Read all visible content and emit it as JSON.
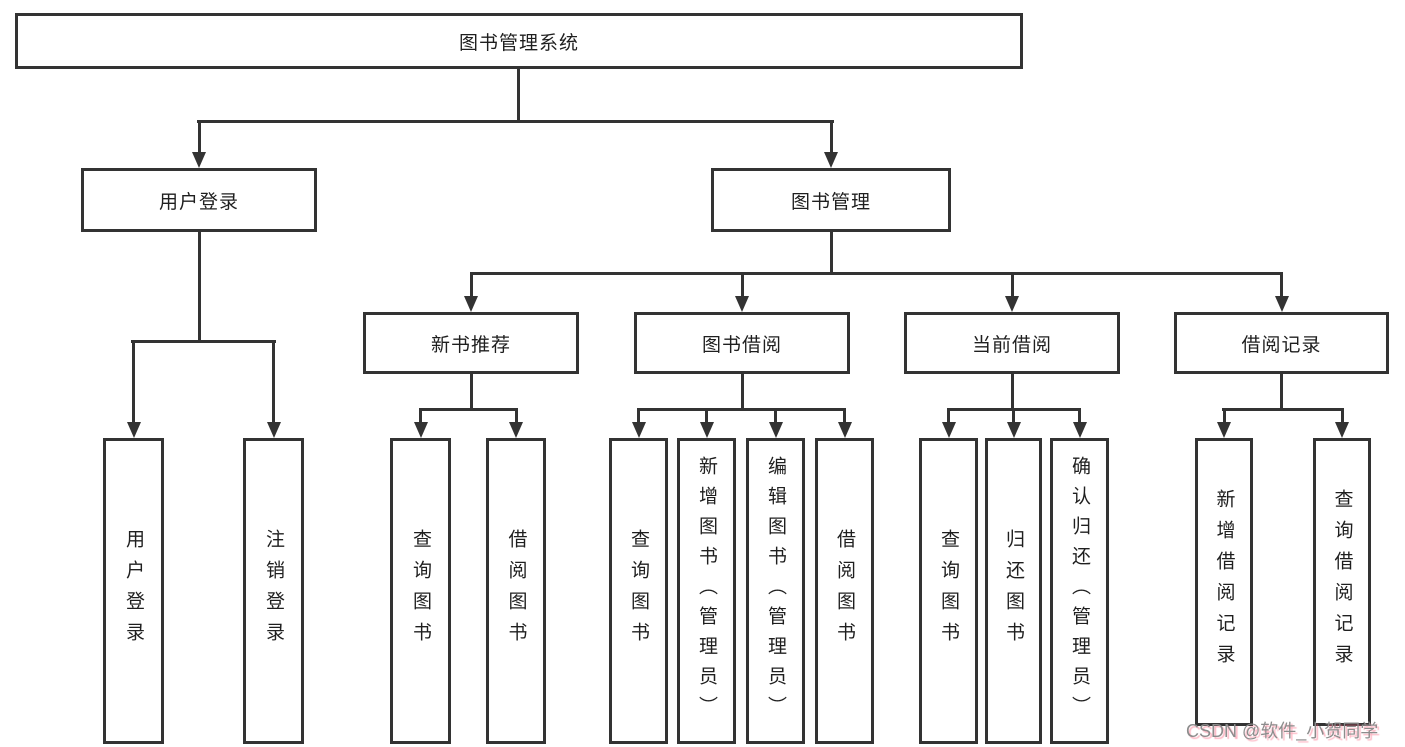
{
  "diagram_title": "图书管理系统",
  "tree": {
    "label": "图书管理系统",
    "children": [
      {
        "label": "用户登录",
        "children": [
          {
            "label": "用户登录"
          },
          {
            "label": "注销登录"
          }
        ]
      },
      {
        "label": "图书管理",
        "children": [
          {
            "label": "新书推荐",
            "children": [
              {
                "label": "查询图书"
              },
              {
                "label": "借阅图书"
              }
            ]
          },
          {
            "label": "图书借阅",
            "children": [
              {
                "label": "查询图书"
              },
              {
                "label": "新增图书（管理员）"
              },
              {
                "label": "编辑图书（管理员）"
              },
              {
                "label": "借阅图书"
              }
            ]
          },
          {
            "label": "当前借阅",
            "children": [
              {
                "label": "查询图书"
              },
              {
                "label": "归还图书"
              },
              {
                "label": "确认归还（管理员）"
              }
            ]
          },
          {
            "label": "借阅记录",
            "children": [
              {
                "label": "新增借阅记录"
              },
              {
                "label": "查询借阅记录"
              }
            ]
          }
        ]
      }
    ]
  },
  "watermark": {
    "text": "CSDN @软件_小贺同学"
  },
  "colors": {
    "line": "#333333",
    "box_border": "#333333",
    "text": "#1f1f1f",
    "background": "#ffffff",
    "watermark_gray": "#8c8c8c",
    "watermark_pink": "#fa5a78"
  }
}
